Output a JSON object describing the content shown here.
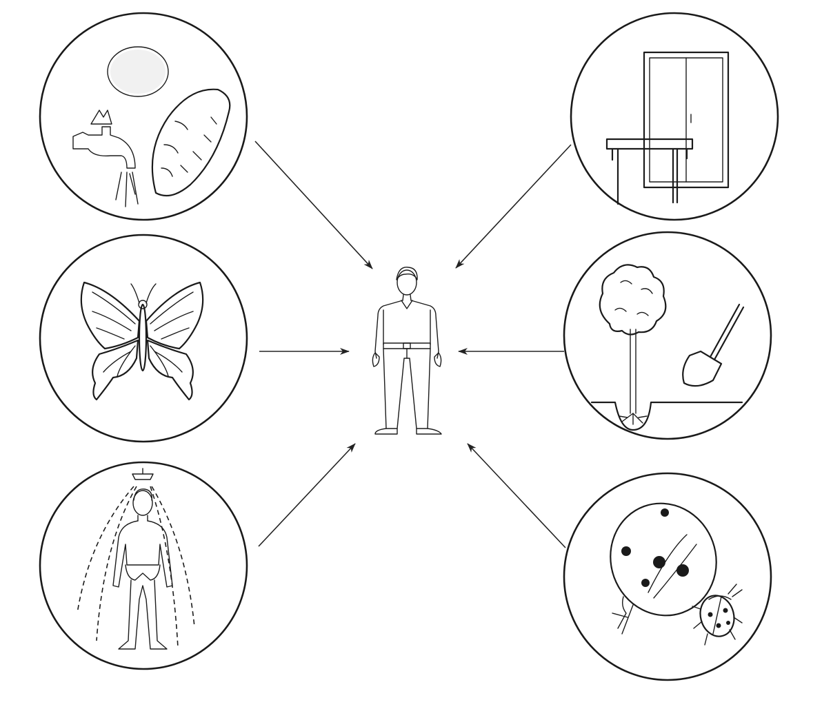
{
  "diagram": {
    "type": "hub-and-spoke",
    "center": {
      "icon": "standing-man-icon"
    },
    "nodes": [
      {
        "id": "food-water",
        "icons": [
          "sun-icon",
          "water-tap-icon",
          "bread-loaf-icon"
        ]
      },
      {
        "id": "butterfly",
        "icons": [
          "butterfly-icon"
        ]
      },
      {
        "id": "shower",
        "icons": [
          "shower-person-icon"
        ]
      },
      {
        "id": "furniture",
        "icons": [
          "wardrobe-icon",
          "table-icon"
        ]
      },
      {
        "id": "tree-planting",
        "icons": [
          "tree-icon",
          "shovel-icon"
        ]
      },
      {
        "id": "ladybug-magnifier",
        "icons": [
          "magnifying-glass-icon",
          "ladybug-icon"
        ]
      }
    ],
    "edges": [
      {
        "from": "food-water",
        "to": "center"
      },
      {
        "from": "butterfly",
        "to": "center"
      },
      {
        "from": "shower",
        "to": "center"
      },
      {
        "from": "furniture",
        "to": "center"
      },
      {
        "from": "tree-planting",
        "to": "center"
      },
      {
        "from": "ladybug-magnifier",
        "to": "center"
      }
    ]
  }
}
